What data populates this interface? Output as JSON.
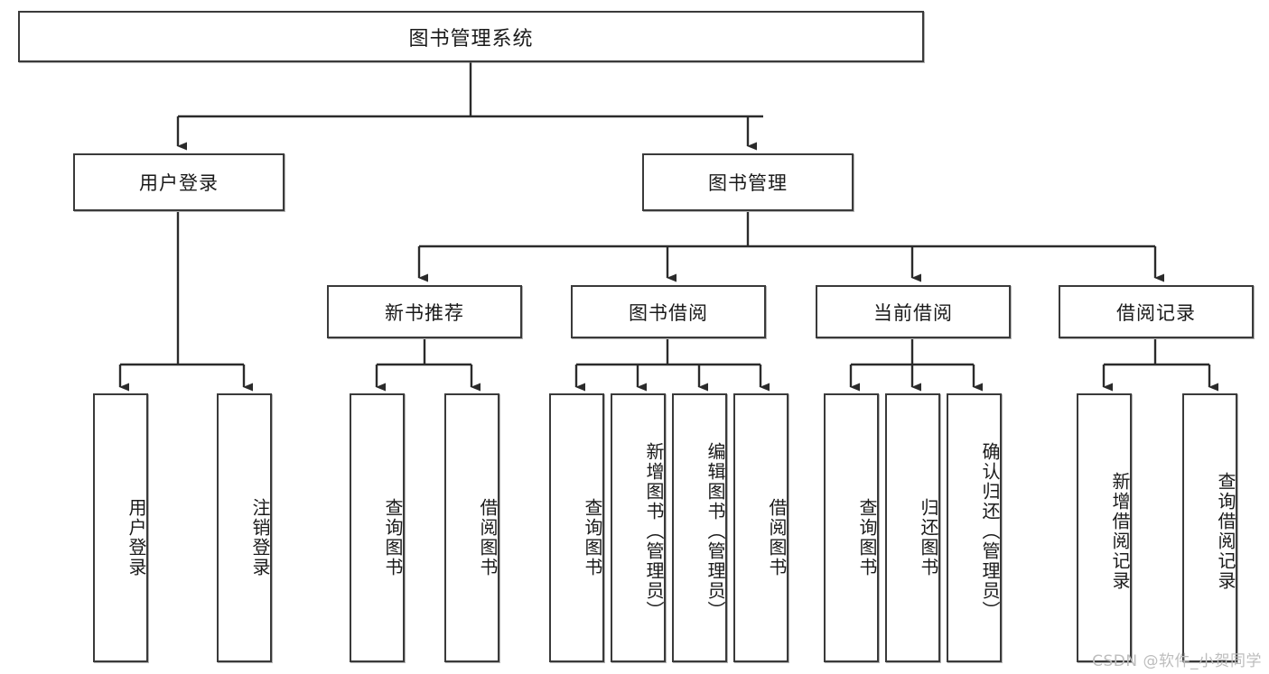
{
  "diagram": {
    "type": "tree-hierarchy",
    "title": "图书管理系统",
    "watermark": "CSDN @软件_小贺同学",
    "colors": {
      "box_border": "#3a3a3a",
      "box_fill": "#ffffff",
      "connector": "#2b2b2b",
      "text": "#1a1a1a",
      "watermark": "#bdbdbd"
    },
    "levels": {
      "root": {
        "label": "图书管理系统"
      },
      "level2": [
        {
          "id": "user-login",
          "label": "用户登录"
        },
        {
          "id": "book-manage",
          "label": "图书管理"
        }
      ],
      "level3": [
        {
          "id": "new-book-rec",
          "label": "新书推荐",
          "parent": "book-manage"
        },
        {
          "id": "book-borrow",
          "label": "图书借阅",
          "parent": "book-manage"
        },
        {
          "id": "current-borrow",
          "label": "当前借阅",
          "parent": "book-manage"
        },
        {
          "id": "borrow-record",
          "label": "借阅记录",
          "parent": "book-manage"
        }
      ],
      "leaves": [
        {
          "id": "leaf-user-login",
          "label": "用户登录",
          "parent": "user-login"
        },
        {
          "id": "leaf-logout",
          "label": "注销登录",
          "parent": "user-login"
        },
        {
          "id": "leaf-query-book-1",
          "label": "查询图书",
          "parent": "new-book-rec"
        },
        {
          "id": "leaf-borrow-book-1",
          "label": "借阅图书",
          "parent": "new-book-rec"
        },
        {
          "id": "leaf-query-book-2",
          "label": "查询图书",
          "parent": "book-borrow"
        },
        {
          "id": "leaf-add-book",
          "label": "新增图书（管理员）",
          "parent": "book-borrow"
        },
        {
          "id": "leaf-edit-book",
          "label": "编辑图书（管理员）",
          "parent": "book-borrow"
        },
        {
          "id": "leaf-borrow-book-2",
          "label": "借阅图书",
          "parent": "book-borrow"
        },
        {
          "id": "leaf-query-book-3",
          "label": "查询图书",
          "parent": "current-borrow"
        },
        {
          "id": "leaf-return-book",
          "label": "归还图书",
          "parent": "current-borrow"
        },
        {
          "id": "leaf-confirm-return",
          "label": "确认归还（管理员）",
          "parent": "current-borrow"
        },
        {
          "id": "leaf-add-record",
          "label": "新增借阅记录",
          "parent": "borrow-record"
        },
        {
          "id": "leaf-query-record",
          "label": "查询借阅记录",
          "parent": "borrow-record"
        }
      ]
    }
  }
}
